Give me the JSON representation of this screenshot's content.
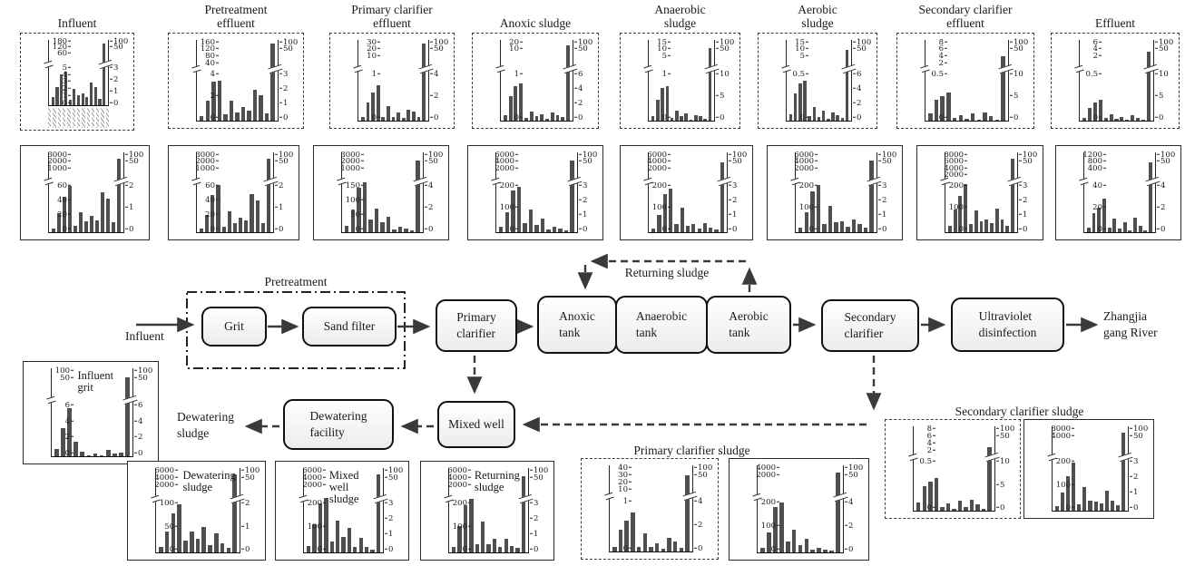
{
  "figure": {
    "description_labels": {
      "returning_sludge": "Returning sludge",
      "dewatering_sludge_out": "Dewatering\nsludge",
      "influent_in": "Influent",
      "river_out": "Zhangjia\ngang River",
      "pretreatment": "Pretreatment"
    }
  },
  "flow": {
    "grit": "Grit",
    "sand_filter": "Sand filter",
    "primary_clarifier": "Primary\nclarifier",
    "anoxic_tank": "Anoxic\ntank",
    "anaerobic_tank": "Anaerobic\ntank",
    "aerobic_tank": "Aerobic\ntank",
    "secondary_clarifier": "Secondary\nclarifier",
    "uv": "Ultraviolet\ndisinfection",
    "mixed_well": "Mixed well",
    "dewatering_facility": "Dewatering\nfacility"
  },
  "group_labels": {
    "primary_clarifier_sludge": "Primary clarifier sludge",
    "secondary_clarifier_sludge": "Secondary clarifier sludge"
  },
  "chart_data": {
    "top_influent": {
      "type": "bar",
      "title": "Influent",
      "border": "dashed",
      "broken_axis": true,
      "x_labels": "rotated compound names (illegible in scan)",
      "left_axis_upper": [
        "180",
        "120",
        "60"
      ],
      "left_axis_lower": [
        "5",
        "4",
        "3",
        "2",
        "1",
        "0"
      ],
      "right_axis_upper": [
        "100",
        "50"
      ],
      "right_axis_lower": [
        "3",
        "2",
        "1",
        "0"
      ],
      "bar_heights_pct": [
        12,
        28,
        47,
        52,
        8,
        25,
        15,
        18,
        12,
        35,
        28,
        10,
        95
      ]
    },
    "top_pretreatment_effluent": {
      "type": "bar",
      "title": "Pretreatment\neffluent",
      "border": "dashed",
      "broken_axis": true,
      "left_axis_upper": [
        "160",
        "120",
        "80",
        "40"
      ],
      "left_axis_lower": [
        "4",
        "2",
        "0"
      ],
      "right_axis_upper": [
        "100",
        "50"
      ],
      "right_axis_lower": [
        "3",
        "2",
        "1",
        "0"
      ],
      "bar_heights_pct": [
        6,
        25,
        48,
        50,
        8,
        25,
        10,
        17,
        12,
        38,
        31,
        9,
        95
      ]
    },
    "top_primary_clarifier_effluent": {
      "type": "bar",
      "title": "Primary clarifier\neffluent",
      "border": "dashed",
      "broken_axis": true,
      "left_axis_upper": [
        "30",
        "20",
        "10"
      ],
      "left_axis_lower": [
        "1",
        "0"
      ],
      "right_axis_upper": [
        "100",
        "50"
      ],
      "right_axis_lower": [
        "4",
        "2",
        "0"
      ],
      "bar_heights_pct": [
        5,
        22,
        35,
        44,
        5,
        18,
        5,
        10,
        3,
        14,
        11,
        4,
        95
      ]
    },
    "top_anoxic_sludge": {
      "type": "bar",
      "title": "Anoxic sludge",
      "border": "dashed",
      "broken_axis": true,
      "left_axis_upper": [
        "20",
        "10"
      ],
      "left_axis_lower": [
        "1",
        "0"
      ],
      "right_axis_upper": [
        "100",
        "50"
      ],
      "right_axis_lower": [
        "6",
        "4",
        "2",
        "0"
      ],
      "bar_heights_pct": [
        7,
        30,
        43,
        46,
        3,
        11,
        6,
        8,
        2,
        10,
        7,
        5,
        93
      ]
    },
    "top_anaerobic_sludge": {
      "type": "bar",
      "title": "Anaerobic\nsludge",
      "border": "dashed",
      "broken_axis": true,
      "left_axis_upper": [
        "15",
        "10",
        "5"
      ],
      "left_axis_lower": [
        "1",
        "0"
      ],
      "right_axis_upper": [
        "100",
        "50"
      ],
      "right_axis_lower": [
        "10",
        "5",
        "0"
      ],
      "bar_heights_pct": [
        6,
        26,
        40,
        43,
        3,
        12,
        6,
        9,
        1,
        7,
        6,
        2,
        90
      ]
    },
    "top_aerobic_sludge": {
      "type": "bar",
      "title": "Aerobic\nsludge",
      "border": "dashed",
      "broken_axis": true,
      "left_axis_upper": [
        "15",
        "10",
        "5"
      ],
      "left_axis_lower": [
        "0.5",
        "0"
      ],
      "right_axis_upper": [
        "100",
        "50"
      ],
      "right_axis_lower": [
        "6",
        "4",
        "2",
        "0"
      ],
      "bar_heights_pct": [
        8,
        34,
        46,
        50,
        6,
        17,
        5,
        12,
        2,
        10,
        7,
        3,
        88
      ]
    },
    "top_secondary_clarifier_effluent": {
      "type": "bar",
      "title": "Secondary clarifier\neffluent",
      "border": "dashed",
      "broken_axis": true,
      "left_axis_upper": [
        "8",
        "6",
        "4",
        "2"
      ],
      "left_axis_lower": [
        "0.5",
        "0"
      ],
      "right_axis_upper": [
        "100",
        "50"
      ],
      "right_axis_lower": [
        "10",
        "5",
        "0"
      ],
      "bar_heights_pct": [
        9,
        26,
        30,
        35,
        3,
        7,
        2,
        9,
        1,
        10,
        6,
        1,
        80
      ]
    },
    "top_effluent": {
      "type": "bar",
      "title": "Effluent",
      "border": "dashed",
      "broken_axis": true,
      "left_axis_upper": [
        "6",
        "4",
        "2"
      ],
      "left_axis_lower": [
        "0.5",
        "0"
      ],
      "right_axis_upper": [
        "100",
        "50"
      ],
      "right_axis_lower": [
        "10",
        "5",
        "0"
      ],
      "bar_heights_pct": [
        3,
        16,
        22,
        26,
        3,
        8,
        2,
        5,
        1,
        7,
        3,
        1,
        85
      ]
    },
    "mid_influent": {
      "type": "bar",
      "title": null,
      "border": "solid",
      "broken_axis": true,
      "left_axis_upper": [
        "3000",
        "2000",
        "1000"
      ],
      "left_axis_lower": [
        "60",
        "40",
        "20",
        "0"
      ],
      "right_axis_upper": [
        "100",
        "50"
      ],
      "right_axis_lower": [
        "2",
        "1",
        "0"
      ],
      "bar_heights_pct": [
        5,
        24,
        44,
        58,
        8,
        25,
        14,
        21,
        15,
        50,
        42,
        13,
        92
      ]
    },
    "mid_pretreatment_effluent": {
      "type": "bar",
      "title": null,
      "border": "solid",
      "broken_axis": true,
      "left_axis_upper": [
        "3000",
        "2000",
        "1000"
      ],
      "left_axis_lower": [
        "60",
        "40",
        "20",
        "0"
      ],
      "right_axis_upper": [
        "100",
        "50"
      ],
      "right_axis_lower": [
        "2",
        "1",
        "0"
      ],
      "bar_heights_pct": [
        4,
        22,
        47,
        59,
        7,
        26,
        11,
        18,
        15,
        48,
        40,
        11,
        92
      ]
    },
    "mid_primary_clarifier_effluent": {
      "type": "bar",
      "title": null,
      "border": "solid",
      "broken_axis": true,
      "left_axis_upper": [
        "3000",
        "2000",
        "1000"
      ],
      "left_axis_lower": [
        "150",
        "100",
        "50",
        "0"
      ],
      "right_axis_upper": [
        "100",
        "50"
      ],
      "right_axis_lower": [
        "4",
        "2",
        "0"
      ],
      "bar_heights_pct": [
        8,
        28,
        56,
        62,
        16,
        30,
        12,
        19,
        3,
        7,
        4,
        2,
        90
      ]
    },
    "mid_anoxic_sludge": {
      "type": "bar",
      "title": null,
      "border": "solid",
      "broken_axis": true,
      "left_axis_upper": [
        "6000",
        "4000",
        "2000"
      ],
      "left_axis_lower": [
        "200",
        "100",
        "0"
      ],
      "right_axis_upper": [
        "100",
        "50"
      ],
      "right_axis_lower": [
        "3",
        "2",
        "1",
        "0"
      ],
      "bar_heights_pct": [
        7,
        25,
        52,
        57,
        11,
        28,
        9,
        17,
        3,
        7,
        4,
        2,
        90
      ]
    },
    "mid_anaerobic_sludge": {
      "type": "bar",
      "title": null,
      "border": "solid",
      "broken_axis": true,
      "left_axis_upper": [
        "6000",
        "4000",
        "2000"
      ],
      "left_axis_lower": [
        "200",
        "100",
        "0"
      ],
      "right_axis_upper": [
        "100",
        "50"
      ],
      "right_axis_lower": [
        "3",
        "2",
        "1",
        "0"
      ],
      "bar_heights_pct": [
        5,
        22,
        48,
        54,
        10,
        31,
        8,
        10,
        4,
        11,
        6,
        3,
        88
      ]
    },
    "mid_aerobic_sludge": {
      "type": "bar",
      "title": null,
      "border": "solid",
      "broken_axis": true,
      "left_axis_upper": [
        "6000",
        "4000",
        "2000"
      ],
      "left_axis_lower": [
        "200",
        "100",
        "0"
      ],
      "right_axis_upper": [
        "100",
        "50"
      ],
      "right_axis_lower": [
        "3",
        "2",
        "1",
        "0"
      ],
      "bar_heights_pct": [
        6,
        25,
        51,
        59,
        10,
        33,
        12,
        14,
        7,
        16,
        10,
        6,
        90
      ]
    },
    "mid_secondary_clarifier_effluent": {
      "type": "bar",
      "title": null,
      "border": "solid",
      "broken_axis": true,
      "left_axis_upper": [
        "8000",
        "6000",
        "4000",
        "2000"
      ],
      "left_axis_lower": [
        "200",
        "100",
        "0"
      ],
      "right_axis_upper": [
        "100",
        "50"
      ],
      "right_axis_lower": [
        "3",
        "2",
        "1",
        "0"
      ],
      "bar_heights_pct": [
        8,
        28,
        46,
        60,
        10,
        27,
        14,
        16,
        11,
        29,
        16,
        8,
        92
      ]
    },
    "mid_effluent": {
      "type": "bar",
      "title": null,
      "border": "solid",
      "broken_axis": true,
      "left_axis_upper": [
        "1200",
        "800",
        "400"
      ],
      "left_axis_lower": [
        "40",
        "20",
        "0"
      ],
      "right_axis_upper": [
        "100",
        "50"
      ],
      "right_axis_lower": [
        "4",
        "2",
        "0"
      ],
      "bar_heights_pct": [
        6,
        24,
        31,
        42,
        6,
        17,
        4,
        12,
        2,
        18,
        8,
        2,
        88
      ]
    },
    "influent_grit": {
      "type": "bar",
      "title": "Influent grit",
      "border": "solid",
      "broken_axis": true,
      "title_inside": true,
      "left_axis_upper": [
        "100",
        "50"
      ],
      "left_axis_lower": [
        "6",
        "4",
        "2",
        "0"
      ],
      "right_axis_upper": [
        "100",
        "50"
      ],
      "right_axis_lower": [
        "6",
        "4",
        "2",
        "0"
      ],
      "bar_heights_pct": [
        8,
        32,
        55,
        16,
        5,
        1,
        3,
        1,
        7,
        3,
        4,
        90
      ]
    },
    "dewatering_sludge": {
      "type": "bar",
      "title": "Dewatering\nsludge",
      "border": "solid",
      "broken_axis": true,
      "title_inside": true,
      "left_axis_upper": [
        "6000",
        "4000",
        "2000"
      ],
      "left_axis_lower": [
        "100",
        "50",
        "0"
      ],
      "right_axis_upper": [
        "100",
        "50"
      ],
      "right_axis_lower": [
        "2",
        "1",
        "0"
      ],
      "bar_heights_pct": [
        6,
        25,
        46,
        57,
        14,
        25,
        16,
        30,
        9,
        23,
        11,
        5,
        92
      ]
    },
    "mixed_well_sludge": {
      "type": "bar",
      "title": "Mixed well\nsludge",
      "border": "solid",
      "broken_axis": true,
      "title_inside": true,
      "left_axis_upper": [
        "6000",
        "4000",
        "2000"
      ],
      "left_axis_lower": [
        "200",
        "100",
        "0"
      ],
      "right_axis_upper": [
        "100",
        "50"
      ],
      "right_axis_lower": [
        "3",
        "2",
        "1",
        "0"
      ],
      "bar_heights_pct": [
        8,
        33,
        58,
        65,
        13,
        38,
        18,
        29,
        6,
        17,
        7,
        3,
        92
      ]
    },
    "returning_sludge": {
      "type": "bar",
      "title": "Returning\nsludge",
      "border": "solid",
      "broken_axis": true,
      "title_inside": true,
      "left_axis_upper": [
        "6000",
        "4000",
        "2000"
      ],
      "left_axis_lower": [
        "200",
        "100",
        "0"
      ],
      "right_axis_upper": [
        "100",
        "50"
      ],
      "right_axis_lower": [
        "3",
        "2",
        "1",
        "0"
      ],
      "bar_heights_pct": [
        7,
        31,
        56,
        63,
        10,
        37,
        10,
        16,
        6,
        16,
        8,
        5,
        90
      ]
    },
    "primary_clarifier_sludge_a": {
      "type": "bar",
      "title": null,
      "border": "dashed",
      "broken_axis": true,
      "left_axis_upper": [
        "40",
        "30",
        "20",
        "10"
      ],
      "left_axis_lower": [
        "1",
        "0"
      ],
      "right_axis_upper": [
        "100",
        "50"
      ],
      "right_axis_lower": [
        "4",
        "2",
        "0"
      ],
      "bar_heights_pct": [
        5,
        25,
        36,
        45,
        5,
        21,
        5,
        9,
        3,
        16,
        12,
        4,
        88
      ]
    },
    "primary_clarifier_sludge_b": {
      "type": "bar",
      "title": null,
      "border": "solid",
      "broken_axis": true,
      "left_axis_upper": [
        "4000",
        "2000"
      ],
      "left_axis_lower": [
        "200",
        "100",
        "0"
      ],
      "right_axis_upper": [
        "100",
        "50"
      ],
      "right_axis_lower": [
        "4",
        "2",
        "0"
      ],
      "bar_heights_pct": [
        5,
        23,
        52,
        57,
        12,
        26,
        8,
        16,
        3,
        5,
        3,
        2,
        92
      ]
    },
    "secondary_clarifier_sludge_a": {
      "type": "bar",
      "title": null,
      "border": "dashed",
      "broken_axis": true,
      "left_axis_upper": [
        "8",
        "6",
        "4",
        "2"
      ],
      "left_axis_lower": [
        "0.5",
        "0"
      ],
      "right_axis_upper": [
        "100",
        "50"
      ],
      "right_axis_lower": [
        "10",
        "5",
        "0"
      ],
      "bar_heights_pct": [
        10,
        29,
        34,
        39,
        4,
        9,
        2,
        12,
        4,
        13,
        8,
        2,
        75
      ]
    },
    "secondary_clarifier_sludge_b": {
      "type": "bar",
      "title": null,
      "border": "solid",
      "broken_axis": true,
      "left_axis_upper": [
        "8000",
        "4000"
      ],
      "left_axis_lower": [
        "200",
        "100",
        "0"
      ],
      "right_axis_upper": [
        "100",
        "50"
      ],
      "right_axis_lower": [
        "3",
        "2",
        "1",
        "0"
      ],
      "bar_heights_pct": [
        5,
        21,
        41,
        57,
        8,
        28,
        12,
        11,
        9,
        24,
        12,
        6,
        93
      ]
    }
  }
}
